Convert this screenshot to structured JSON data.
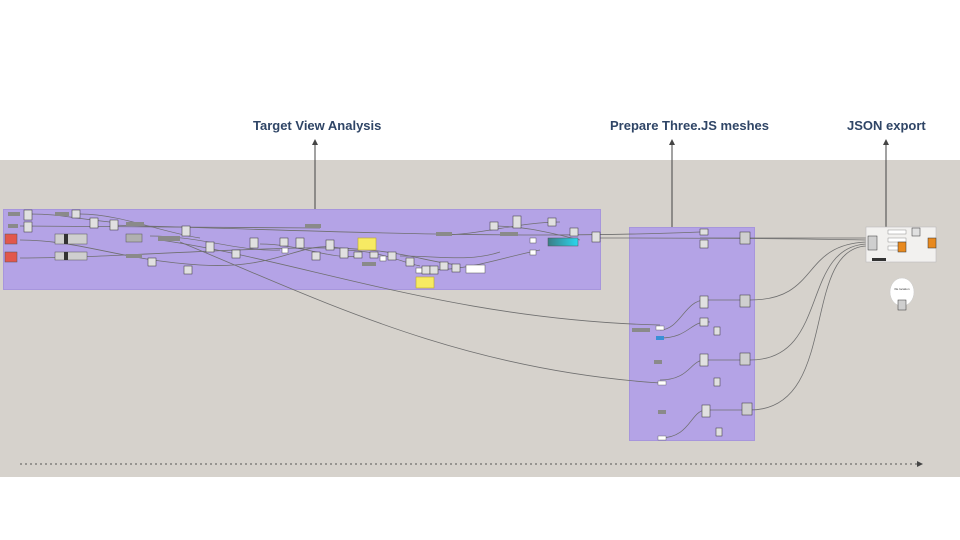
{
  "annotations": {
    "target_view_analysis": "Target View Analysis",
    "prepare_threejs_meshes": "Prepare Three.JS meshes",
    "json_export": "JSON export"
  },
  "panel": {
    "file_location_label": "file location"
  },
  "colors": {
    "canvas": "#d6d2cc",
    "group": "#b4a3e6",
    "annotation_text": "#2f4566",
    "wire": "#6f6f6f",
    "panel_yellow": "#f7ea63",
    "gradient_start": "#3c7d86",
    "gradient_end": "#2bd6ee",
    "warning_orange": "#e8891e",
    "input_red": "#e2574c"
  }
}
